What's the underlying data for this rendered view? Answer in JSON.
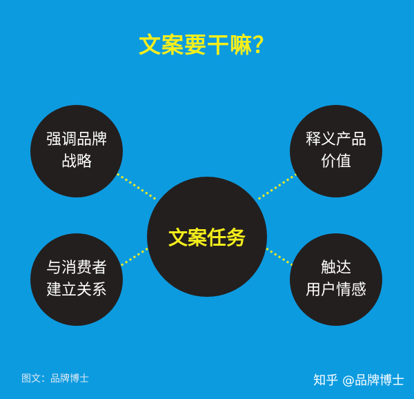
{
  "title": "文案要干嘛？",
  "center": {
    "label": "文案任务"
  },
  "nodes": {
    "top_left": {
      "line1": "强调品牌",
      "line2": "战略"
    },
    "top_right": {
      "line1": "释义产品",
      "line2": "价值"
    },
    "bottom_left": {
      "line1": "与消费者",
      "line2": "建立关系"
    },
    "bottom_right": {
      "line1": "触达",
      "line2": "用户情感"
    }
  },
  "colors": {
    "background": "#0d9be0",
    "accent_yellow": "#f4ee1c",
    "node_fill": "#231f1e",
    "text_white": "#ffffff"
  },
  "footer": {
    "source": "图文：品牌博士",
    "watermark": "知乎 @品牌博士"
  }
}
